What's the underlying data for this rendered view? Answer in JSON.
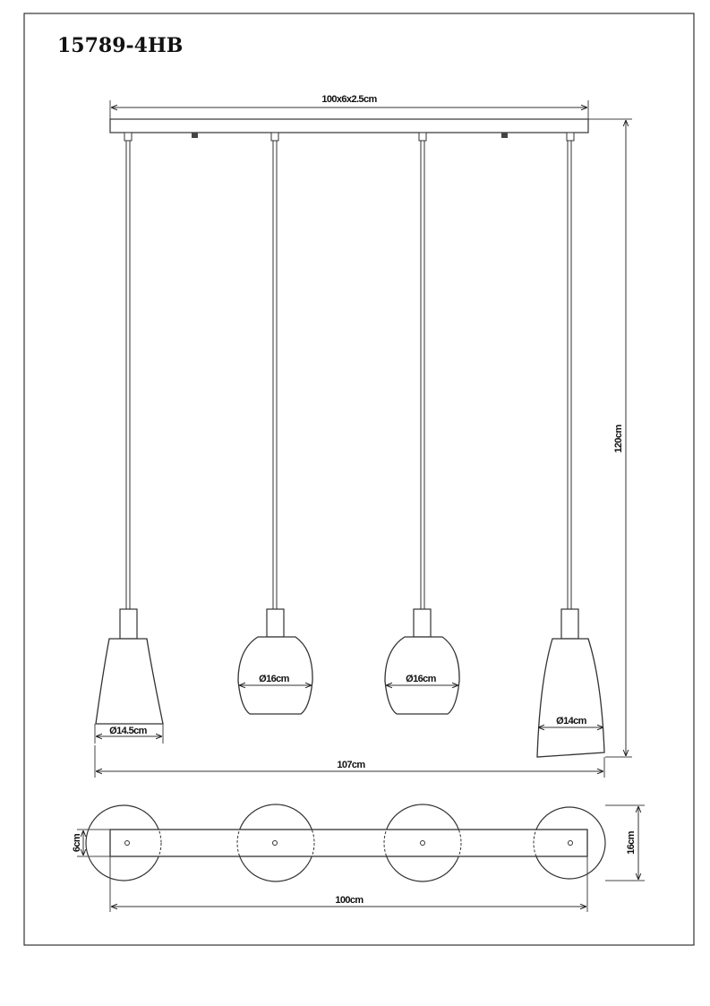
{
  "model_number": "15789-4HB",
  "dimensions": {
    "canopy": "100x6x2.5cm",
    "total_height": "120cm",
    "total_width": "107cm",
    "plate_length": "100cm",
    "plate_depth": "6cm",
    "shade_depth": "16cm"
  },
  "shades": [
    {
      "diameter": "Ø14.5cm"
    },
    {
      "diameter": "Ø16cm"
    },
    {
      "diameter": "Ø16cm"
    },
    {
      "diameter": "Ø14cm"
    }
  ]
}
